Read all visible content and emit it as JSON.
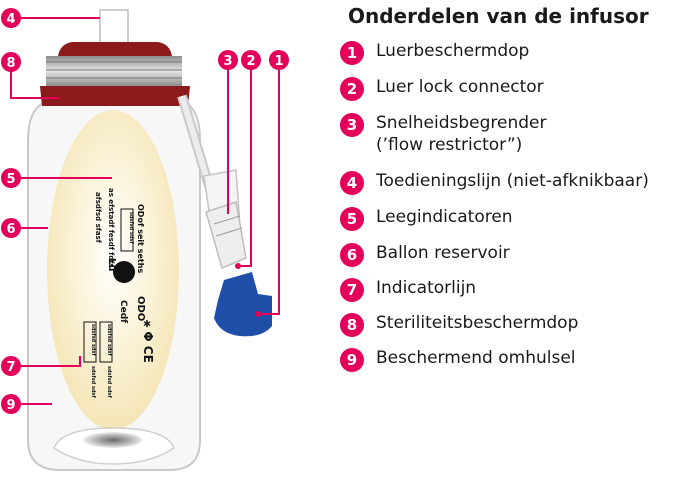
{
  "legend": {
    "title": "Onderdelen van de infusor",
    "items": [
      {
        "number": "1",
        "label": "Luerbeschermdop"
      },
      {
        "number": "2",
        "label": "Luer lock connector"
      },
      {
        "number": "3",
        "label": "Snelheidsbegrender\n(’flow restrictor”)"
      },
      {
        "number": "4",
        "label": "Toedieningslijn (niet-afknikbaar)"
      },
      {
        "number": "5",
        "label": "Leegindicatoren"
      },
      {
        "number": "6",
        "label": "Ballon reservoir"
      },
      {
        "number": "7",
        "label": "Indicatorlijn"
      },
      {
        "number": "8",
        "label": "Steriliteitsbeschermdop"
      },
      {
        "number": "9",
        "label": "Beschermend omhulsel"
      }
    ]
  },
  "callouts": {
    "c1": "1",
    "c2": "2",
    "c3": "3",
    "c4": "4",
    "c5": "5",
    "c6": "6",
    "c7": "7",
    "c8": "8",
    "c9": "9"
  },
  "bottle_text": {
    "line_a": "ODof seit seths",
    "line_b": "as efstadf fesdf fdfs",
    "line_c": "afsdfsd sfasf",
    "box_a": "sdsfsd sdsf",
    "lu": "Lu",
    "odd": "ODO",
    "cedf": "Cedf",
    "symbols": "⚹ Φ CE",
    "small_1": "sdsfsd sdsf",
    "small_2": "sdsfsd sdsf",
    "small_3": "sdsfsd sdsf",
    "small_4": "sdsfsd sdsf"
  },
  "colors": {
    "accent": "#e4005a",
    "cap": "#8b1a1a",
    "connector": "#1f4fa8",
    "balloon": "#f7ecc2"
  }
}
